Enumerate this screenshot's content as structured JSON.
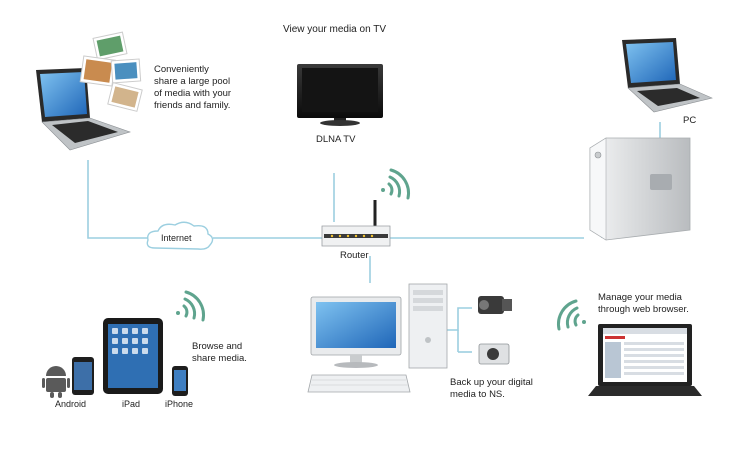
{
  "labels": {
    "share": "Conveniently share a large pool of media with your friends and family.",
    "view_tv": "View your media on TV",
    "dlna_tv": "DLNA TV",
    "pc": "PC",
    "internet": "Internet",
    "router": "Router",
    "browse": "Browse and share media.",
    "backup": "Back up your digital media to NS.",
    "manage": "Manage your media through web browser.",
    "android": "Android",
    "ipad": "iPad",
    "iphone": "iPhone"
  },
  "colors": {
    "link_line": "#9ccfe0",
    "wifi": "#5fa48e",
    "screen": "#2f7fd0",
    "nas": "#d9dbdd"
  }
}
